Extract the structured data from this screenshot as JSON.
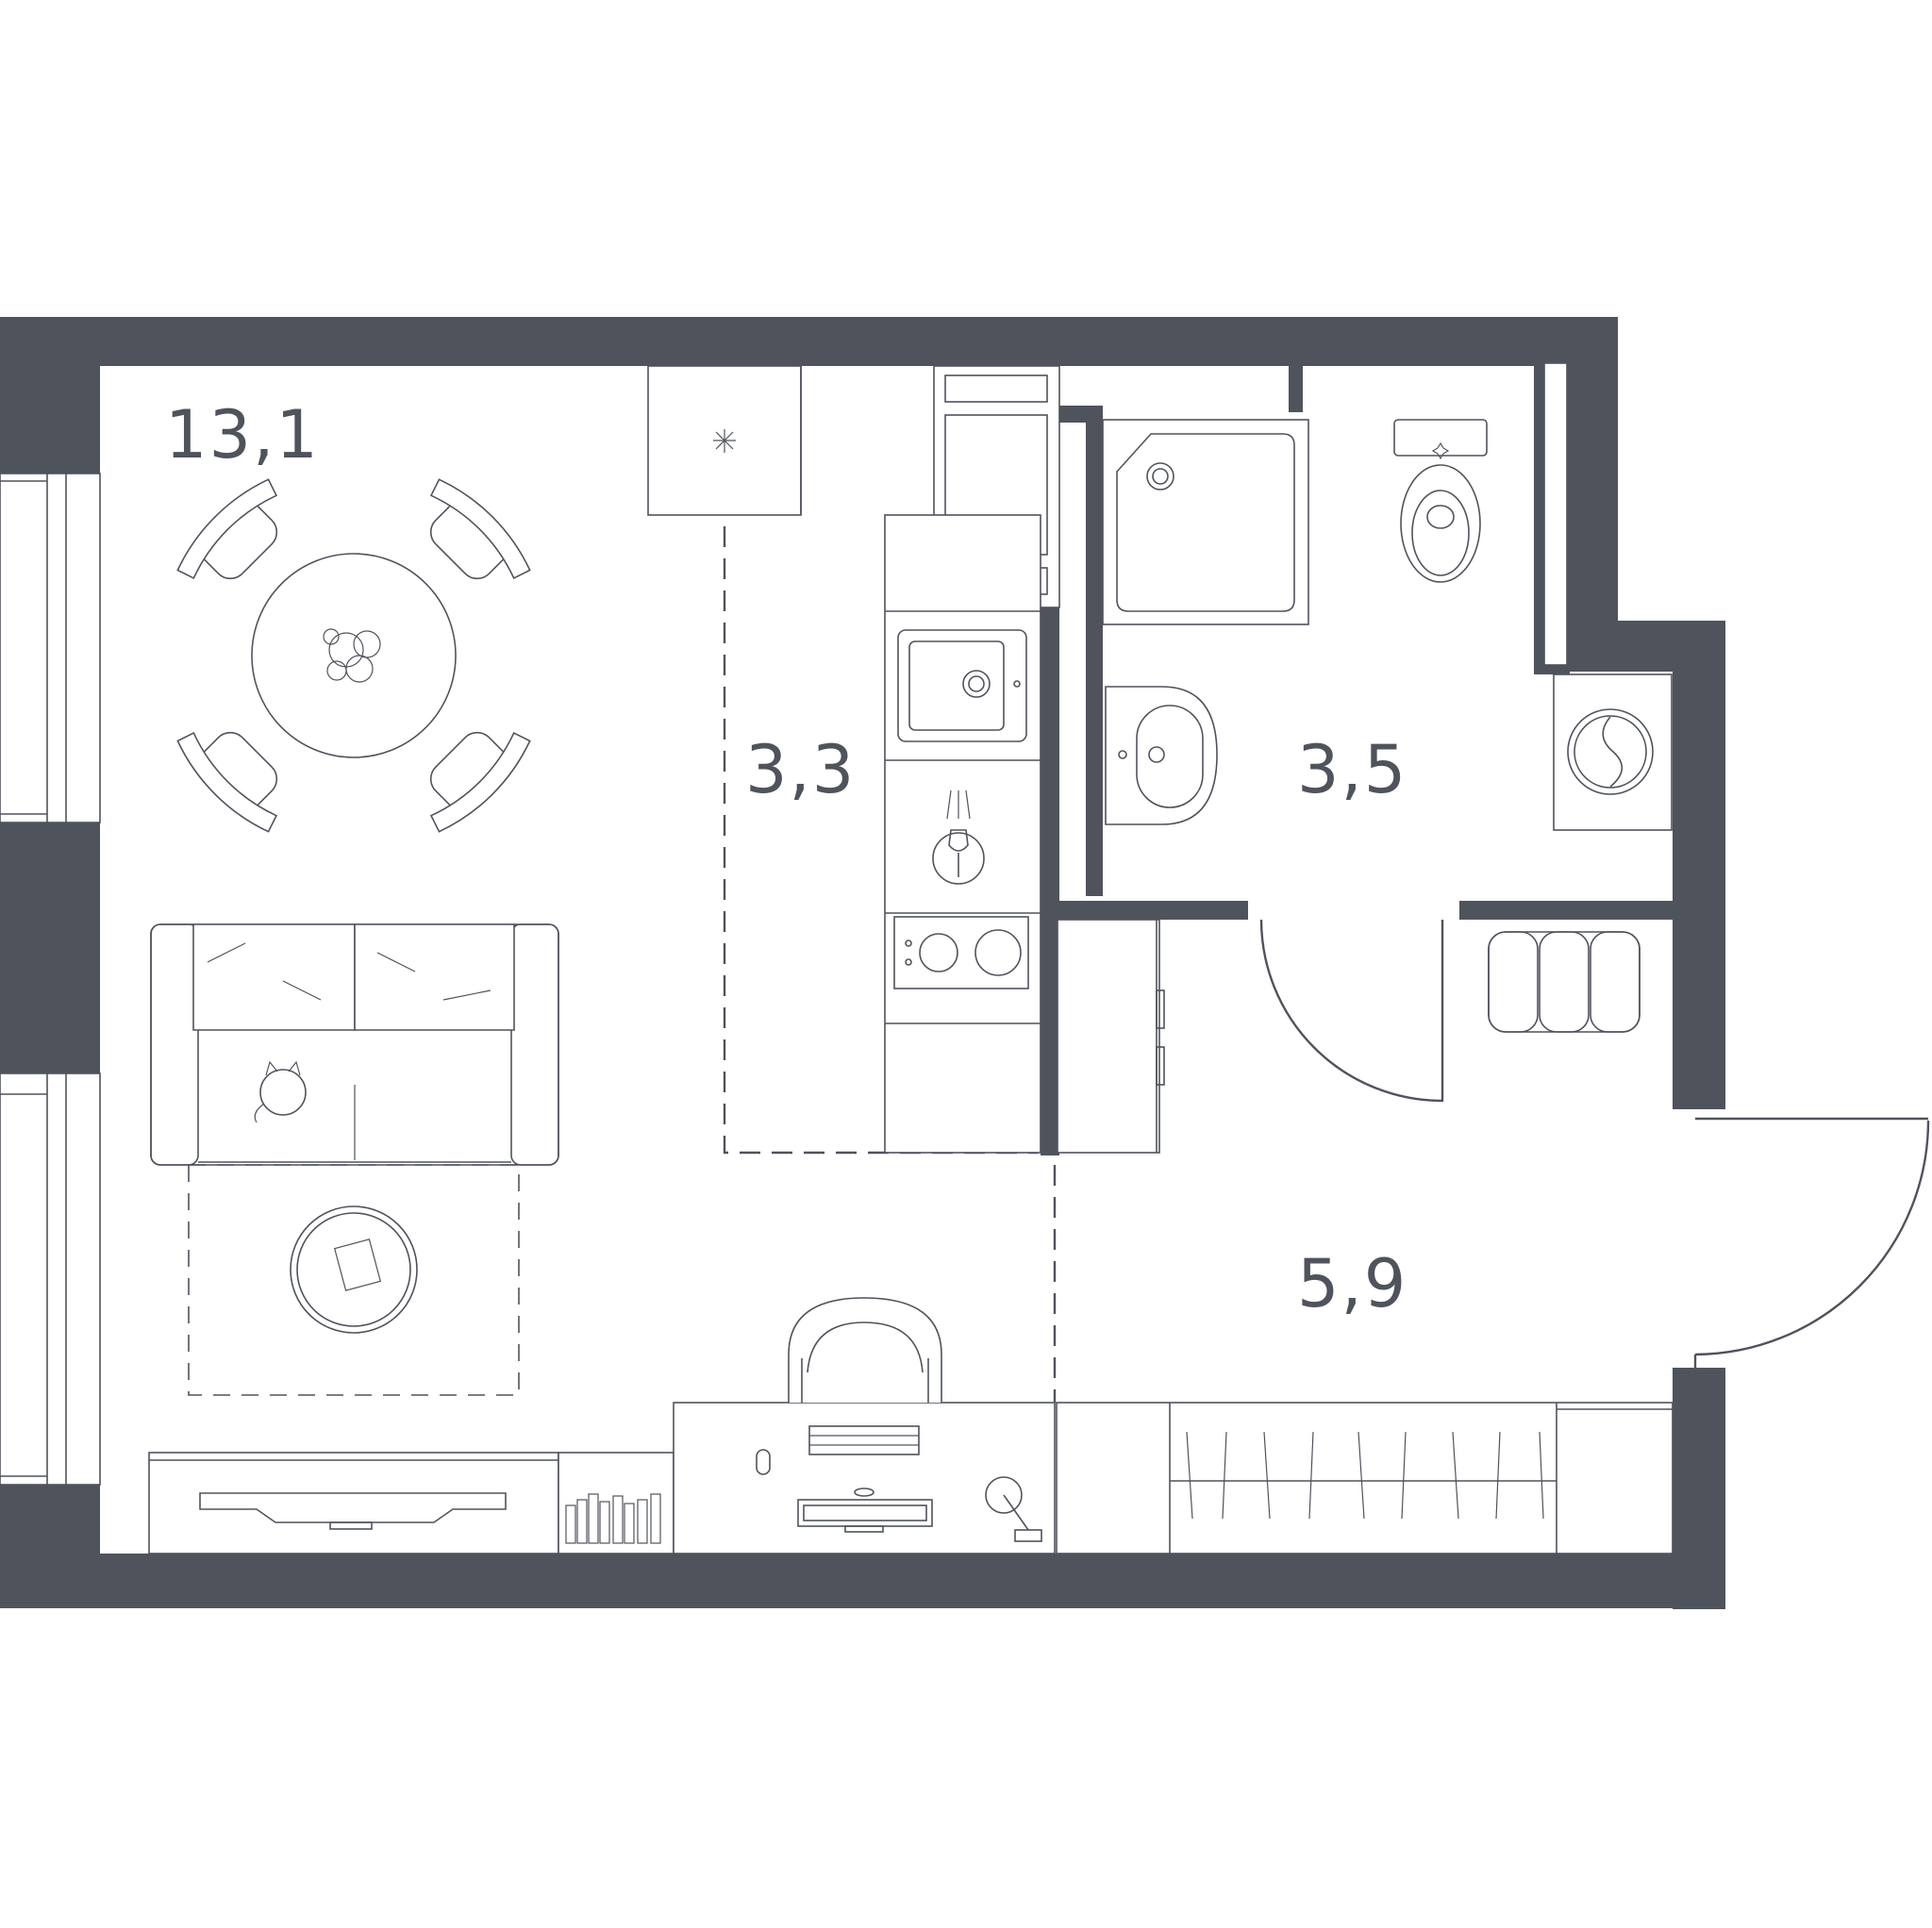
{
  "rooms": [
    {
      "id": "living",
      "area": "13,1"
    },
    {
      "id": "kitchen",
      "area": "3,3"
    },
    {
      "id": "bathroom",
      "area": "3,5"
    },
    {
      "id": "hallway",
      "area": "5,9"
    }
  ],
  "colors": {
    "wall": "#4f535c",
    "background": "#ffffff"
  },
  "icons": [
    "dining-table-icon",
    "sofa-icon",
    "cat-icon",
    "coffee-table-icon",
    "tv-stand-icon",
    "bookshelf-icon",
    "desk-icon",
    "office-chair-icon",
    "keyboard-icon",
    "mouse-icon",
    "monitor-icon",
    "lamp-icon",
    "fridge-icon",
    "sink-icon",
    "dishwasher-icon",
    "cooktop-icon",
    "shower-icon",
    "toilet-icon",
    "washbasin-icon",
    "washing-machine-icon",
    "pouf-icon",
    "wardrobe-icon",
    "window-icon",
    "door-icon"
  ]
}
